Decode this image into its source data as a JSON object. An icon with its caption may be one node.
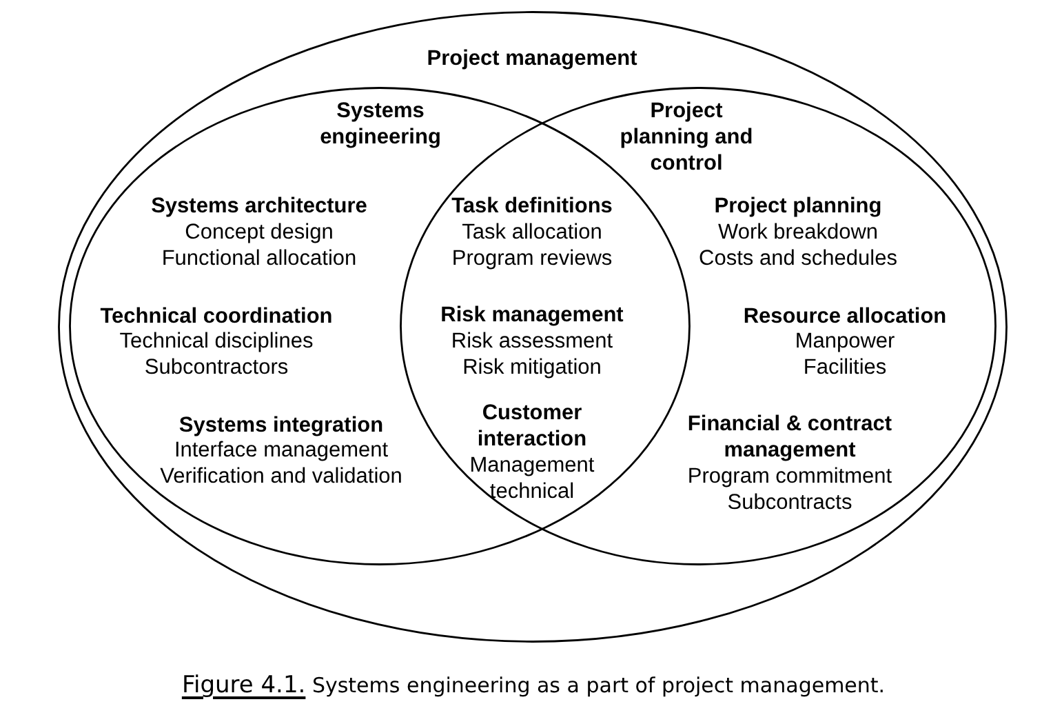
{
  "diagram": {
    "caption": "Figure 4.1. Systems engineering as a part of project management.",
    "nodes": [
      {
        "text": [
          "Project management"
        ]
      },
      {
        "text": [
          "Systems engineering",
          "Systems architecture",
          "Concept design",
          "Functional allocation",
          "Technical coordination",
          "Technical disciplines",
          "Subcontractors",
          "Systems integration",
          "Interface management",
          "Verification and validation"
        ],
        "in": 0
      },
      {
        "text": [
          "Project planning and control",
          "Project planning",
          "Work breakdown",
          "Costs and schedules",
          "Resource allocation",
          "Manpower",
          "Facilities",
          "Financial & contract management",
          "Program commitment",
          "Subcontracts"
        ],
        "in": 0
      }
    ],
    "labels": [
      "Task definitions",
      "Task allocation",
      "Program reviews",
      "Risk management",
      "Risk assessment",
      "Risk mitigation",
      "Customer interaction",
      "Management",
      "technical"
    ]
  }
}
